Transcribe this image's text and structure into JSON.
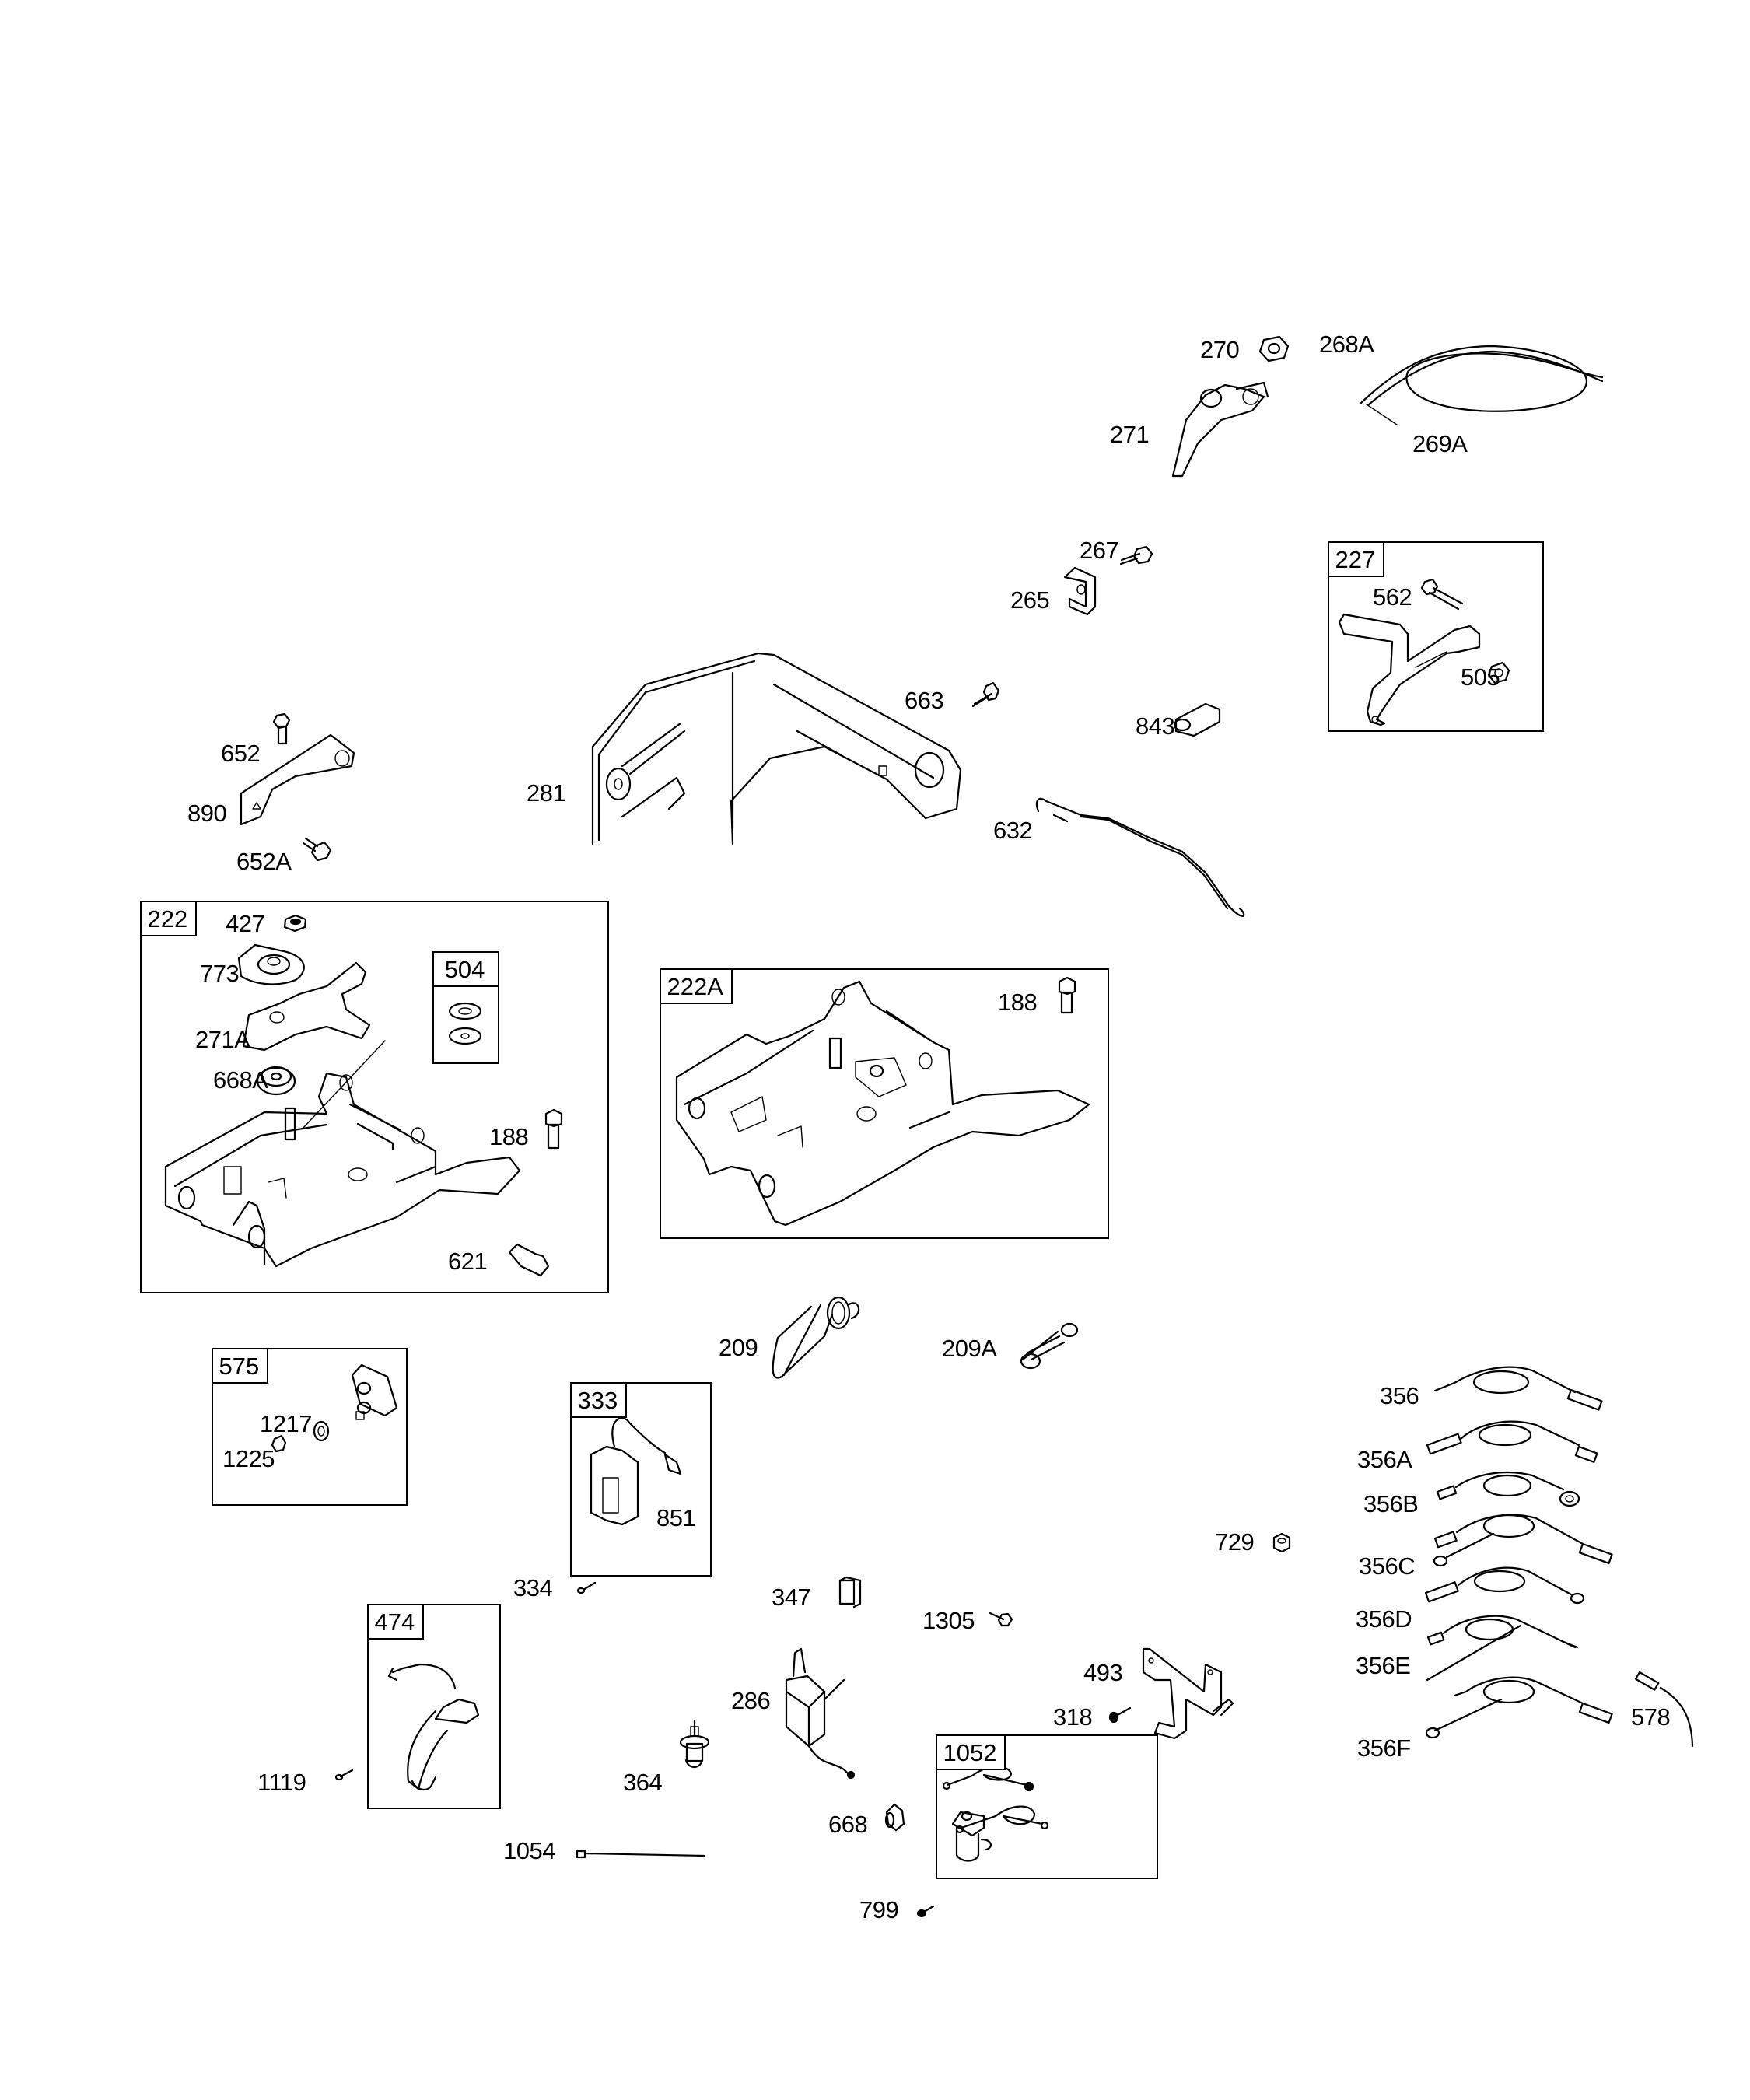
{
  "diagram": {
    "type": "exploded-parts-diagram",
    "kits": [
      {
        "id": "222",
        "contains": [
          "427",
          "773",
          "271A",
          "668A",
          "504",
          "188",
          "621"
        ]
      },
      {
        "id": "504",
        "contains": []
      },
      {
        "id": "222A",
        "contains": [
          "188"
        ]
      },
      {
        "id": "227",
        "contains": [
          "562",
          "505"
        ]
      },
      {
        "id": "575",
        "contains": [
          "1217",
          "1225"
        ]
      },
      {
        "id": "333",
        "contains": [
          "851"
        ]
      },
      {
        "id": "474",
        "contains": []
      },
      {
        "id": "1052",
        "contains": []
      }
    ],
    "labels": {
      "p270": "270",
      "p268A": "268A",
      "p271": "271",
      "p269A": "269A",
      "p267": "267",
      "p265": "265",
      "p663": "663",
      "p843": "843",
      "p632": "632",
      "p281": "281",
      "p652": "652",
      "p890": "890",
      "p652A": "652A",
      "p227": "227",
      "p562": "562",
      "p505": "505",
      "p222": "222",
      "p427": "427",
      "p773": "773",
      "p271A": "271A",
      "p668A": "668A",
      "p504": "504",
      "p188a": "188",
      "p621": "621",
      "p222A": "222A",
      "p188b": "188",
      "p209": "209",
      "p209A": "209A",
      "p575": "575",
      "p1217": "1217",
      "p1225": "1225",
      "p333": "333",
      "p851": "851",
      "p334": "334",
      "p474": "474",
      "p1119": "1119",
      "p347": "347",
      "p1305": "1305",
      "p286": "286",
      "p364": "364",
      "p1054": "1054",
      "p668": "668",
      "p799": "799",
      "p493": "493",
      "p318": "318",
      "p729": "729",
      "p1052": "1052",
      "p356": "356",
      "p356A": "356A",
      "p356B": "356B",
      "p356C": "356C",
      "p356D": "356D",
      "p356E": "356E",
      "p356F": "356F",
      "p578": "578"
    }
  }
}
